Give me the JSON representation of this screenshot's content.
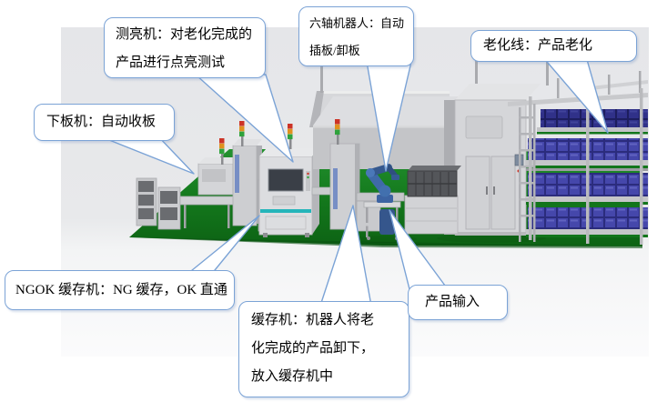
{
  "figure": {
    "kind": "labeled 3D render of an automated product aging production line"
  },
  "colors": {
    "callout_border": "#7ba3d6",
    "callout_fill": "#ffffff",
    "backdrop_gray": "#e7e8ea",
    "floor_green": "#12751b",
    "machine_gray": "#d2d3d6",
    "robot_blue": "#3f6aa8",
    "robot_blue_dark": "#35568c",
    "tray_blue": "#4547ab",
    "accent_teal": "#25b5ba",
    "signal_red": "#cc3326",
    "signal_amber": "#e0911e",
    "signal_green": "#2fa23c"
  },
  "callouts": {
    "tester": {
      "lines": [
        "测亮机：对老化完成的",
        "产品进行点亮测试"
      ]
    },
    "robot": {
      "lines": [
        "六轴机器人：自动",
        "插板/卸板"
      ]
    },
    "aging_line": {
      "lines": [
        "老化线：产品老化"
      ]
    },
    "unloader": {
      "lines": [
        "下板机：自动收板"
      ]
    },
    "ngok_buffer": {
      "lines": [
        "NGOK 缓存机：NG 缓存，OK 直通"
      ]
    },
    "buffer": {
      "lines": [
        "缓存机：机器人将老",
        "化完成的产品卸下，",
        "放入缓存机中"
      ]
    },
    "product_input": {
      "lines": [
        "产品输入"
      ]
    }
  }
}
